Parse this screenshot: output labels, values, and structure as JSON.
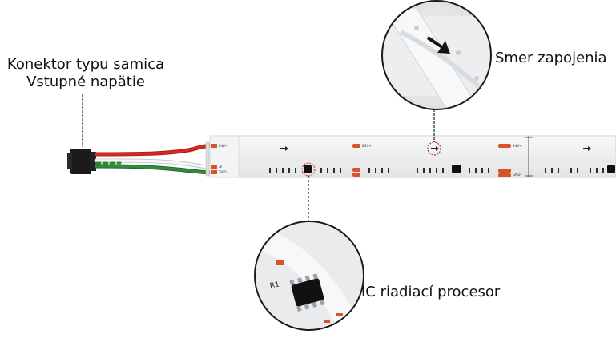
{
  "labels": {
    "connector_line1": "Konektor typu samica",
    "connector_line2": "Vstupné napätie",
    "direction": "Smer zapojenia",
    "ic": "IC riadiací procesor"
  },
  "strip_marks": {
    "pad_24v": "24V+",
    "pad_di": "Di",
    "pad_gnd": "GND",
    "resistor": "R1"
  },
  "colors": {
    "wire_red": "#d8281e",
    "wire_green": "#2f8a3a",
    "wire_white": "#f4f4f4",
    "connector": "#1b1b1b",
    "strip": "#eef0f2",
    "pad_copper": "#d8532a",
    "callout_dash": "#c0392b"
  }
}
